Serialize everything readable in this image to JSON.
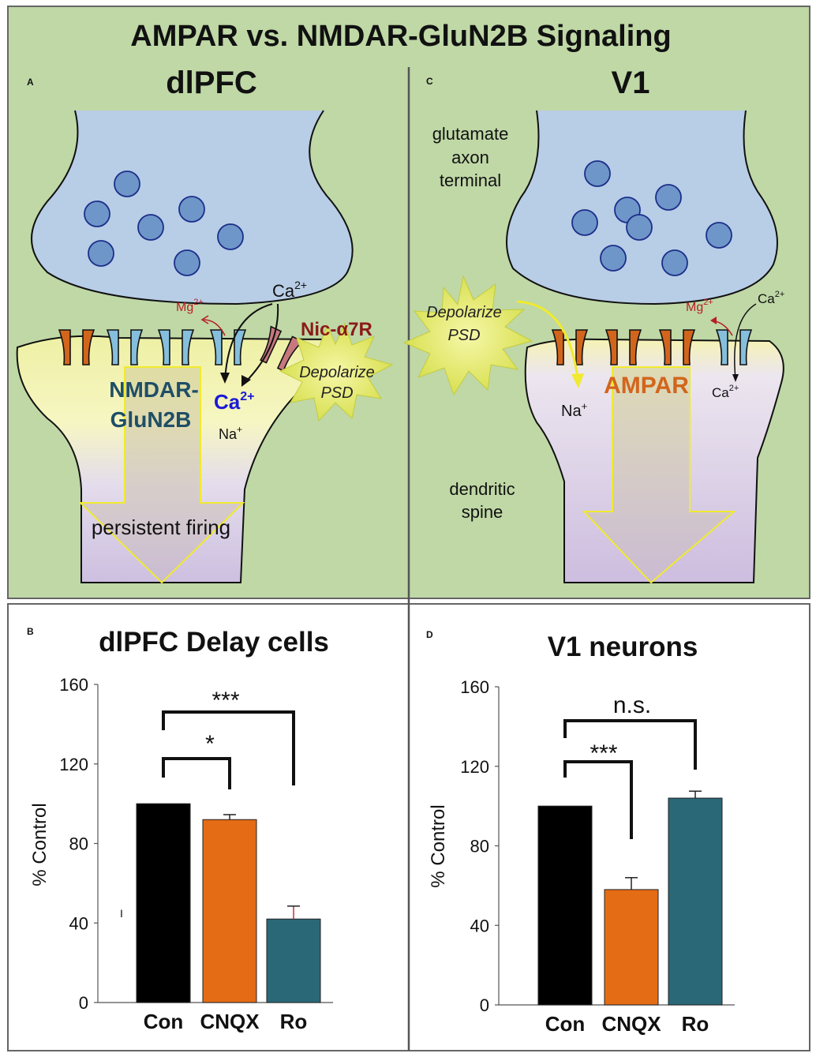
{
  "title": "AMPAR vs. NMDAR-GluN2B Signaling",
  "colors": {
    "panel_bg": "#bfd8a6",
    "terminal": "#b8cde6",
    "vesicle": "#6f96c8",
    "ampar": "#d2651c",
    "nmdar": "#86bfdc",
    "nic": "#c7787f",
    "bar_con": "#000000",
    "bar_cnqx": "#e46c14",
    "bar_ro": "#2a6878",
    "burst": "#e6ea55"
  },
  "panel_a": {
    "letter": "A",
    "heading": "dlPFC",
    "mg": "Mg",
    "mg_sup": "2+",
    "ca_top": "Ca",
    "ca_top_sup": "2+",
    "nic": "Nic-α7R",
    "depol_line1": "Depolarize",
    "depol_line2": "PSD",
    "nmdar_line1": "NMDAR-",
    "nmdar_line2": "GluN2B",
    "ca_in": "Ca",
    "ca_in_sup": "2+",
    "na": "Na",
    "na_sup": "+",
    "arrow_label": "persistent firing"
  },
  "panel_c": {
    "letter": "C",
    "heading": "V1",
    "terminal_line1": "glutamate",
    "terminal_line2": "axon",
    "terminal_line3": "terminal",
    "depol_line1": "Depolarize",
    "depol_line2": "PSD",
    "mg": "Mg",
    "mg_sup": "2+",
    "ca_top": "Ca",
    "ca_top_sup": "2+",
    "ampar": "AMPAR",
    "ca_in": "Ca",
    "ca_in_sup": "2+",
    "na": "Na",
    "na_sup": "+",
    "spine_line1": "dendritic",
    "spine_line2": "spine"
  },
  "panel_b": {
    "letter": "B",
    "mark": "I",
    "heading": "dlPFC Delay cells",
    "ylabel": "% Control",
    "sig_ro": "***",
    "sig_cnqx": "*"
  },
  "panel_d": {
    "letter": "D",
    "heading": "V1 neurons",
    "ylabel": "% Control",
    "sig_ro": "n.s.",
    "sig_cnqx": "***"
  },
  "chart_data": [
    {
      "type": "bar",
      "title": "dlPFC Delay cells",
      "ylabel": "% Control",
      "categories": [
        "Con",
        "CNQX",
        "Ro"
      ],
      "values": [
        100,
        92,
        42
      ],
      "errors": [
        0,
        2.5,
        6.5
      ],
      "ylim": [
        0,
        160
      ],
      "yticks": [
        0,
        40,
        80,
        120,
        160
      ],
      "colors": [
        "#000000",
        "#e46c14",
        "#2a6878"
      ],
      "significance": [
        {
          "from": "Con",
          "to": "CNQX",
          "label": "*"
        },
        {
          "from": "Con",
          "to": "Ro",
          "label": "***"
        }
      ]
    },
    {
      "type": "bar",
      "title": "V1 neurons",
      "ylabel": "% Control",
      "categories": [
        "Con",
        "CNQX",
        "Ro"
      ],
      "values": [
        100,
        58,
        104
      ],
      "errors": [
        0,
        6,
        3.5
      ],
      "ylim": [
        0,
        160
      ],
      "yticks": [
        0,
        40,
        80,
        120,
        160
      ],
      "colors": [
        "#000000",
        "#e46c14",
        "#2a6878"
      ],
      "significance": [
        {
          "from": "Con",
          "to": "CNQX",
          "label": "***"
        },
        {
          "from": "Con",
          "to": "Ro",
          "label": "n.s."
        }
      ]
    }
  ]
}
